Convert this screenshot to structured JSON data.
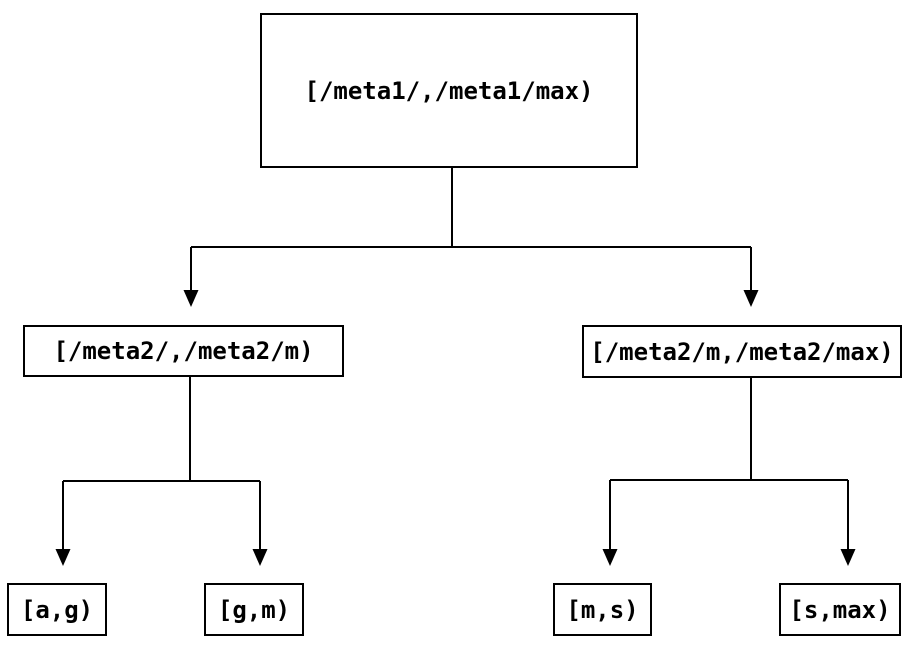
{
  "diagram": {
    "type": "binary-interval-tree",
    "colors": {
      "background": "#ffffff",
      "line": "#000000",
      "text": "#000000",
      "node_fill": "#ffffff"
    },
    "nodes": {
      "root": {
        "label": "[/meta1/,/meta1/max)"
      },
      "meta2_low": {
        "label": "[/meta2/,/meta2/m)"
      },
      "meta2_high": {
        "label": "[/meta2/m,/meta2/max)"
      },
      "leaf_ag": {
        "label": "[a,g)"
      },
      "leaf_gm": {
        "label": "[g,m)"
      },
      "leaf_ms": {
        "label": "[m,s)"
      },
      "leaf_smax": {
        "label": "[s,max)"
      }
    },
    "edges": [
      {
        "from": "root",
        "to": "meta2_low"
      },
      {
        "from": "root",
        "to": "meta2_high"
      },
      {
        "from": "meta2_low",
        "to": "leaf_ag"
      },
      {
        "from": "meta2_low",
        "to": "leaf_gm"
      },
      {
        "from": "meta2_high",
        "to": "leaf_ms"
      },
      {
        "from": "meta2_high",
        "to": "leaf_smax"
      }
    ]
  }
}
